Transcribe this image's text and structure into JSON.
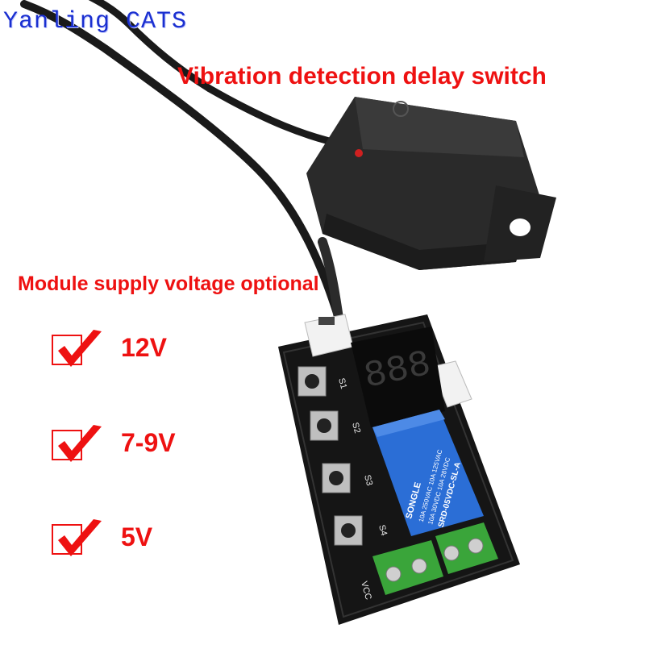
{
  "watermark": "Yanling CATS",
  "title": "Vibration detection delay switch",
  "subtitle": "Module supply voltage optional",
  "options": [
    {
      "label": "12V",
      "checked": true
    },
    {
      "label": "7-9V",
      "checked": true
    },
    {
      "label": "5V",
      "checked": true
    }
  ],
  "board_labels": [
    "S1",
    "S2",
    "S3",
    "S4",
    "VCC"
  ],
  "relay": {
    "brand": "SONGLE",
    "line1": "10A 250VAC 10A 125VAC",
    "line2": "10A 30VDC 10A 28VDC",
    "model": "SRD-05VDC-SL-A"
  },
  "colors": {
    "text_red": "#ee1111",
    "watermark_blue": "#1a2fd0",
    "relay_blue": "#2b6ed6",
    "terminal_green": "#3aa53a"
  }
}
